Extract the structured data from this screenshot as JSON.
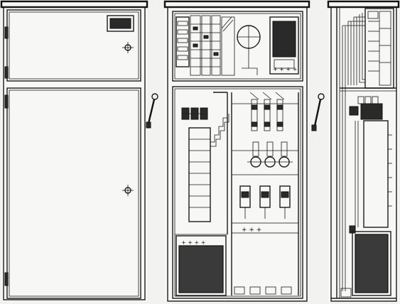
{
  "figure": {
    "views": [
      {
        "name": "front-view-closed"
      },
      {
        "name": "front-view-open"
      },
      {
        "name": "side-view-section"
      }
    ]
  }
}
